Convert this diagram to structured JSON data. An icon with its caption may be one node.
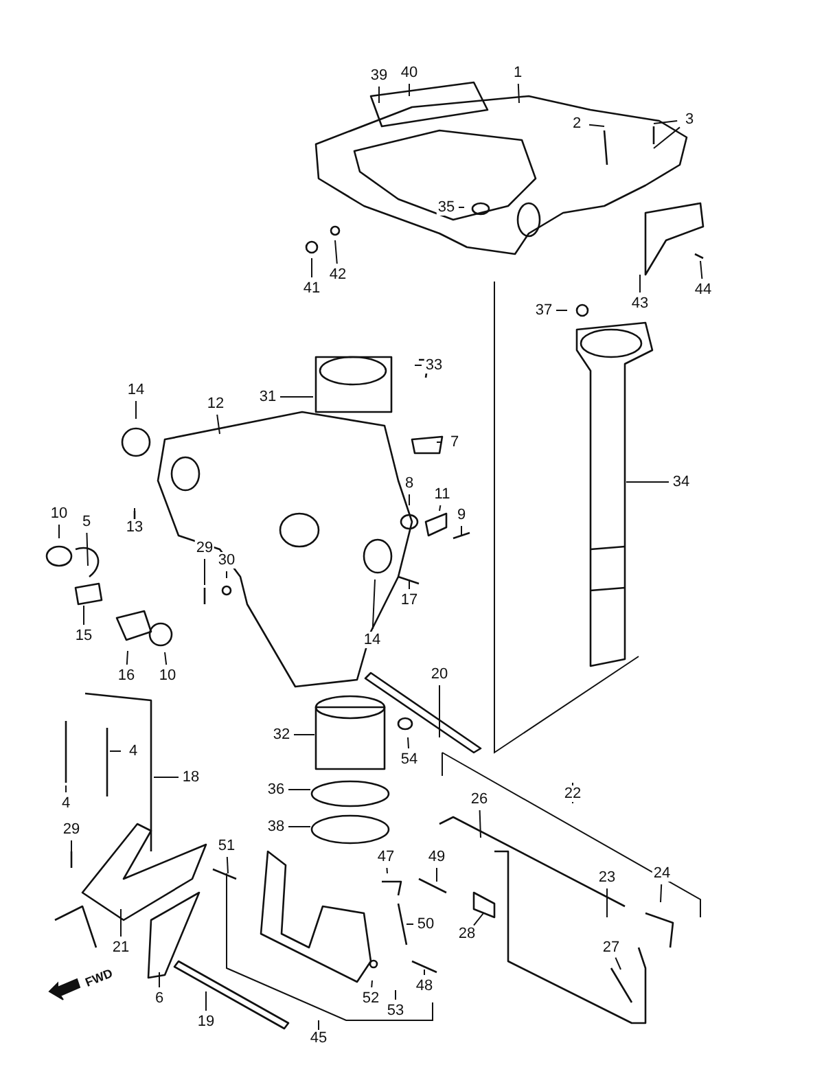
{
  "diagram": {
    "nodes": [
      {
        "text": [
          "39"
        ]
      },
      {
        "text": [
          "40"
        ]
      },
      {
        "text": [
          "1"
        ]
      },
      {
        "text": [
          "2"
        ]
      },
      {
        "text": [
          "3"
        ]
      },
      {
        "text": [
          "35"
        ]
      },
      {
        "text": [
          "41"
        ]
      },
      {
        "text": [
          "42"
        ]
      },
      {
        "text": [
          "43"
        ]
      },
      {
        "text": [
          "44"
        ]
      },
      {
        "text": [
          "37"
        ]
      },
      {
        "text": [
          "33"
        ]
      },
      {
        "text": [
          "31"
        ]
      },
      {
        "text": [
          "14"
        ]
      },
      {
        "text": [
          "12"
        ]
      },
      {
        "text": [
          "7"
        ]
      },
      {
        "text": [
          "34"
        ]
      },
      {
        "text": [
          "8"
        ]
      },
      {
        "text": [
          "11"
        ]
      },
      {
        "text": [
          "9"
        ]
      },
      {
        "text": [
          "13"
        ]
      },
      {
        "text": [
          "10"
        ]
      },
      {
        "text": [
          "5"
        ]
      },
      {
        "text": [
          "29"
        ]
      },
      {
        "text": [
          "30"
        ]
      },
      {
        "text": [
          "15"
        ]
      },
      {
        "text": [
          "16"
        ]
      },
      {
        "text": [
          "10"
        ]
      },
      {
        "text": [
          "17"
        ]
      },
      {
        "text": [
          "14"
        ]
      },
      {
        "text": [
          "20"
        ]
      },
      {
        "text": [
          "4"
        ]
      },
      {
        "text": [
          "4"
        ]
      },
      {
        "text": [
          "18"
        ]
      },
      {
        "text": [
          "32"
        ]
      },
      {
        "text": [
          "54"
        ]
      },
      {
        "text": [
          "36"
        ]
      },
      {
        "text": [
          "38"
        ]
      },
      {
        "text": [
          "22"
        ]
      },
      {
        "text": [
          "29"
        ]
      },
      {
        "text": [
          "26"
        ]
      },
      {
        "text": [
          "21"
        ]
      },
      {
        "text": [
          "51"
        ]
      },
      {
        "text": [
          "47"
        ]
      },
      {
        "text": [
          "49"
        ]
      },
      {
        "text": [
          "23"
        ]
      },
      {
        "text": [
          "24"
        ]
      },
      {
        "text": [
          "50"
        ]
      },
      {
        "text": [
          "28"
        ]
      },
      {
        "text": [
          "27"
        ]
      },
      {
        "text": [
          "6"
        ]
      },
      {
        "text": [
          "52"
        ]
      },
      {
        "text": [
          "48"
        ]
      },
      {
        "text": [
          "19"
        ]
      },
      {
        "text": [
          "45"
        ]
      },
      {
        "text": [
          "53"
        ]
      }
    ],
    "edges": [
      {
        "from": 0,
        "to": null,
        "arrow": "none"
      },
      {
        "from": 1,
        "to": null,
        "arrow": "none"
      },
      {
        "from": 2,
        "to": null,
        "arrow": "none"
      },
      {
        "from": 3,
        "to": null,
        "arrow": "none"
      },
      {
        "from": 4,
        "to": null,
        "arrow": "none"
      },
      {
        "from": 4,
        "to": null,
        "arrow": "none"
      },
      {
        "from": 5,
        "to": null,
        "arrow": "none"
      },
      {
        "from": 6,
        "to": null,
        "arrow": "none"
      },
      {
        "from": 7,
        "to": null,
        "arrow": "none"
      },
      {
        "from": 8,
        "to": null,
        "arrow": "none"
      },
      {
        "from": 9,
        "to": null,
        "arrow": "none"
      },
      {
        "from": 10,
        "to": null,
        "arrow": "none"
      },
      {
        "from": 11,
        "to": null,
        "arrow": "none"
      },
      {
        "from": 12,
        "to": null,
        "arrow": "none"
      },
      {
        "from": 13,
        "to": null,
        "arrow": "none"
      },
      {
        "from": 14,
        "to": null,
        "arrow": "none"
      },
      {
        "from": 15,
        "to": null,
        "arrow": "none"
      },
      {
        "from": 16,
        "to": null,
        "arrow": "none"
      },
      {
        "from": 17,
        "to": null,
        "arrow": "none"
      },
      {
        "from": 18,
        "to": null,
        "arrow": "none"
      },
      {
        "from": 19,
        "to": null,
        "arrow": "none"
      },
      {
        "from": 20,
        "to": null,
        "arrow": "none"
      },
      {
        "from": 21,
        "to": null,
        "arrow": "none"
      },
      {
        "from": 22,
        "to": null,
        "arrow": "none"
      },
      {
        "from": 23,
        "to": null,
        "arrow": "none"
      },
      {
        "from": 24,
        "to": null,
        "arrow": "none"
      },
      {
        "from": 25,
        "to": null,
        "arrow": "none"
      },
      {
        "from": 26,
        "to": null,
        "arrow": "none"
      },
      {
        "from": 27,
        "to": null,
        "arrow": "none"
      },
      {
        "from": 28,
        "to": null,
        "arrow": "none"
      },
      {
        "from": 29,
        "to": null,
        "arrow": "none"
      },
      {
        "from": 30,
        "to": null,
        "arrow": "none"
      },
      {
        "from": 31,
        "to": null,
        "arrow": "none"
      },
      {
        "from": 32,
        "to": null,
        "arrow": "none"
      },
      {
        "from": 33,
        "to": null,
        "arrow": "none"
      },
      {
        "from": 34,
        "to": null,
        "arrow": "none"
      },
      {
        "from": 35,
        "to": null,
        "arrow": "none"
      },
      {
        "from": 36,
        "to": null,
        "arrow": "none"
      },
      {
        "from": 37,
        "to": null,
        "arrow": "none"
      },
      {
        "from": 39,
        "to": null,
        "arrow": "none"
      },
      {
        "from": 40,
        "to": null,
        "arrow": "none"
      },
      {
        "from": 41,
        "to": null,
        "arrow": "none"
      },
      {
        "from": 42,
        "to": null,
        "arrow": "none"
      },
      {
        "from": 43,
        "to": null,
        "arrow": "none"
      },
      {
        "from": 44,
        "to": null,
        "arrow": "none"
      },
      {
        "from": 45,
        "to": null,
        "arrow": "none"
      },
      {
        "from": 46,
        "to": null,
        "arrow": "none"
      },
      {
        "from": 47,
        "to": null,
        "arrow": "none"
      },
      {
        "from": 48,
        "to": null,
        "arrow": "none"
      },
      {
        "from": 49,
        "to": null,
        "arrow": "none"
      },
      {
        "from": 50,
        "to": null,
        "arrow": "none"
      },
      {
        "from": 51,
        "to": null,
        "arrow": "none"
      },
      {
        "from": 52,
        "to": null,
        "arrow": "none"
      },
      {
        "from": 53,
        "to": null,
        "arrow": "none"
      },
      {
        "from": 55,
        "to": null,
        "arrow": "none"
      }
    ],
    "labels": [
      "FWD"
    ]
  }
}
